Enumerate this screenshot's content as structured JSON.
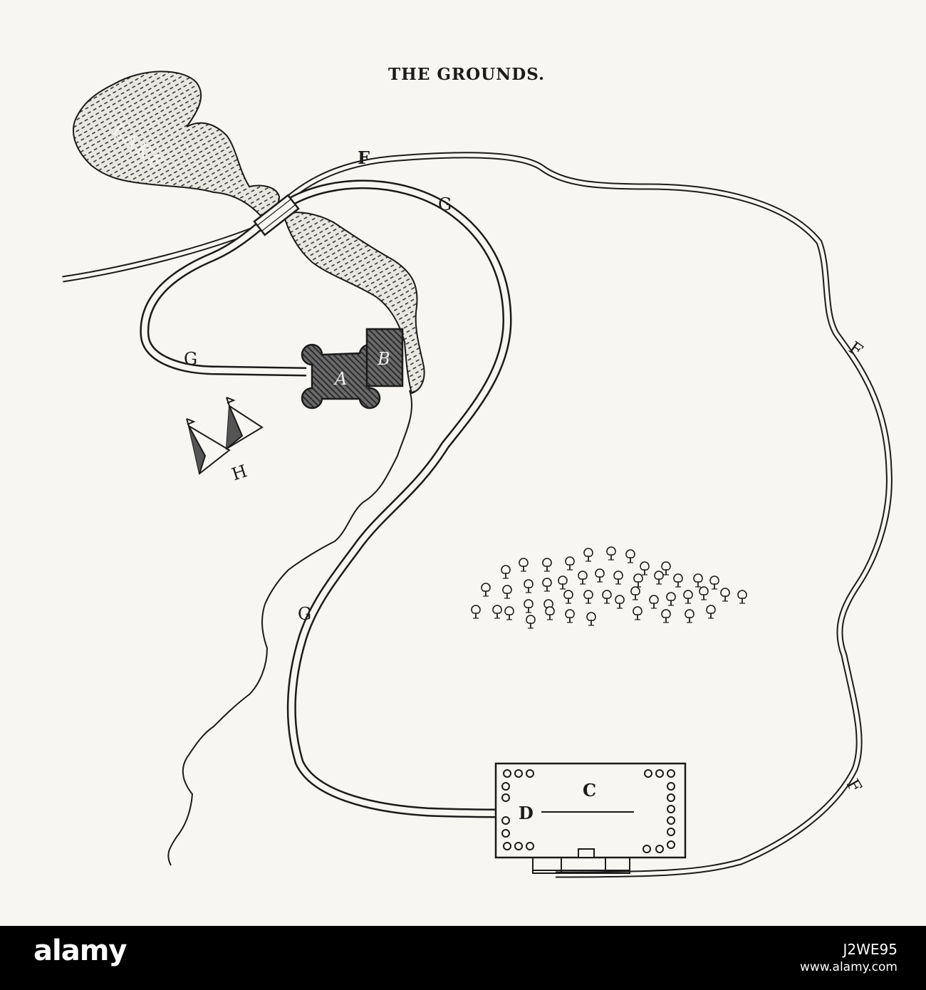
{
  "map": {
    "title": "THE GROUNDS.",
    "lake_label": "LAKE",
    "labels": {
      "a": "A",
      "b": "B",
      "c": "C",
      "d": "D",
      "f_top": "F",
      "f_right": "F",
      "f_lower": "F",
      "g_top": "G",
      "g_left": "G",
      "g_lower": "G",
      "h": "H"
    }
  },
  "footer": {
    "brand": "alamy",
    "image_id": "J2WE95",
    "site": "www.alamy.com"
  },
  "colors": {
    "ink": "#1b1b1b",
    "paper": "#f7f6f2",
    "footer_bg": "#000000"
  }
}
